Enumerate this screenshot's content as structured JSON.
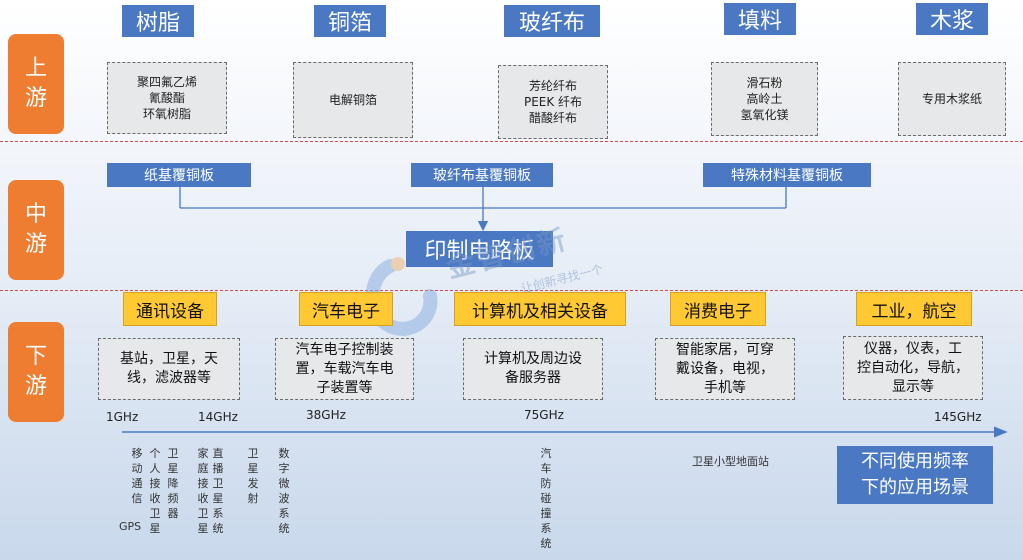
{
  "stages": {
    "upstream": [
      "上",
      "游"
    ],
    "midstream": [
      "中",
      "游"
    ],
    "downstream": [
      "下",
      "游"
    ]
  },
  "upstream": {
    "categories": [
      "树脂",
      "铜箔",
      "玻纤布",
      "填料",
      "木浆"
    ],
    "items": [
      "聚四氟乙烯\n氰酸酯\n环氧树脂",
      "电解铜箔",
      "芳纶纤布\nPEEK 纤布\n醋酸纤布",
      "滑石粉\n高岭土\n氢氧化镁",
      "专用木浆纸"
    ]
  },
  "midstream": {
    "boards": [
      "纸基覆铜板",
      "玻纤布基覆铜板",
      "特殊材料基覆铜板"
    ],
    "product": "印制电路板"
  },
  "downstream": {
    "categories": [
      "通讯设备",
      "汽车电子",
      "计算机及相关设备",
      "消费电子",
      "工业，航空"
    ],
    "items": [
      "基站，卫星，天\n线，滤波器等",
      "汽车电子控制装\n置，车载汽车电\n子装置等",
      "计算机及周边设\n备服务器",
      "智能家居，可穿\n戴设备，电视，\n手机等",
      "仪器，仪表，工\n控自动化，导航，\n显示等"
    ]
  },
  "frequency": {
    "labels": [
      "1GHz",
      "14GHz",
      "38GHz",
      "75GHz",
      "145GHz"
    ],
    "applications": [
      "GPS",
      "移动通信",
      "个人接收卫星",
      "卫星降频器",
      "家庭接收卫星",
      "直播卫星系统",
      "卫星发射",
      "数字微波系统",
      "汽车防碰撞系统",
      "卫星小型地面站"
    ]
  },
  "summary": "不同使用频率\n下的应用场景",
  "watermark": {
    "text": "金智创新",
    "subtext": "让创新寻找一个"
  },
  "colors": {
    "stage": "#ee7d31",
    "primary": "#4a78c3",
    "highlight": "#ffc933",
    "box": "#e7e8ea",
    "separator": "#d84a4a"
  }
}
